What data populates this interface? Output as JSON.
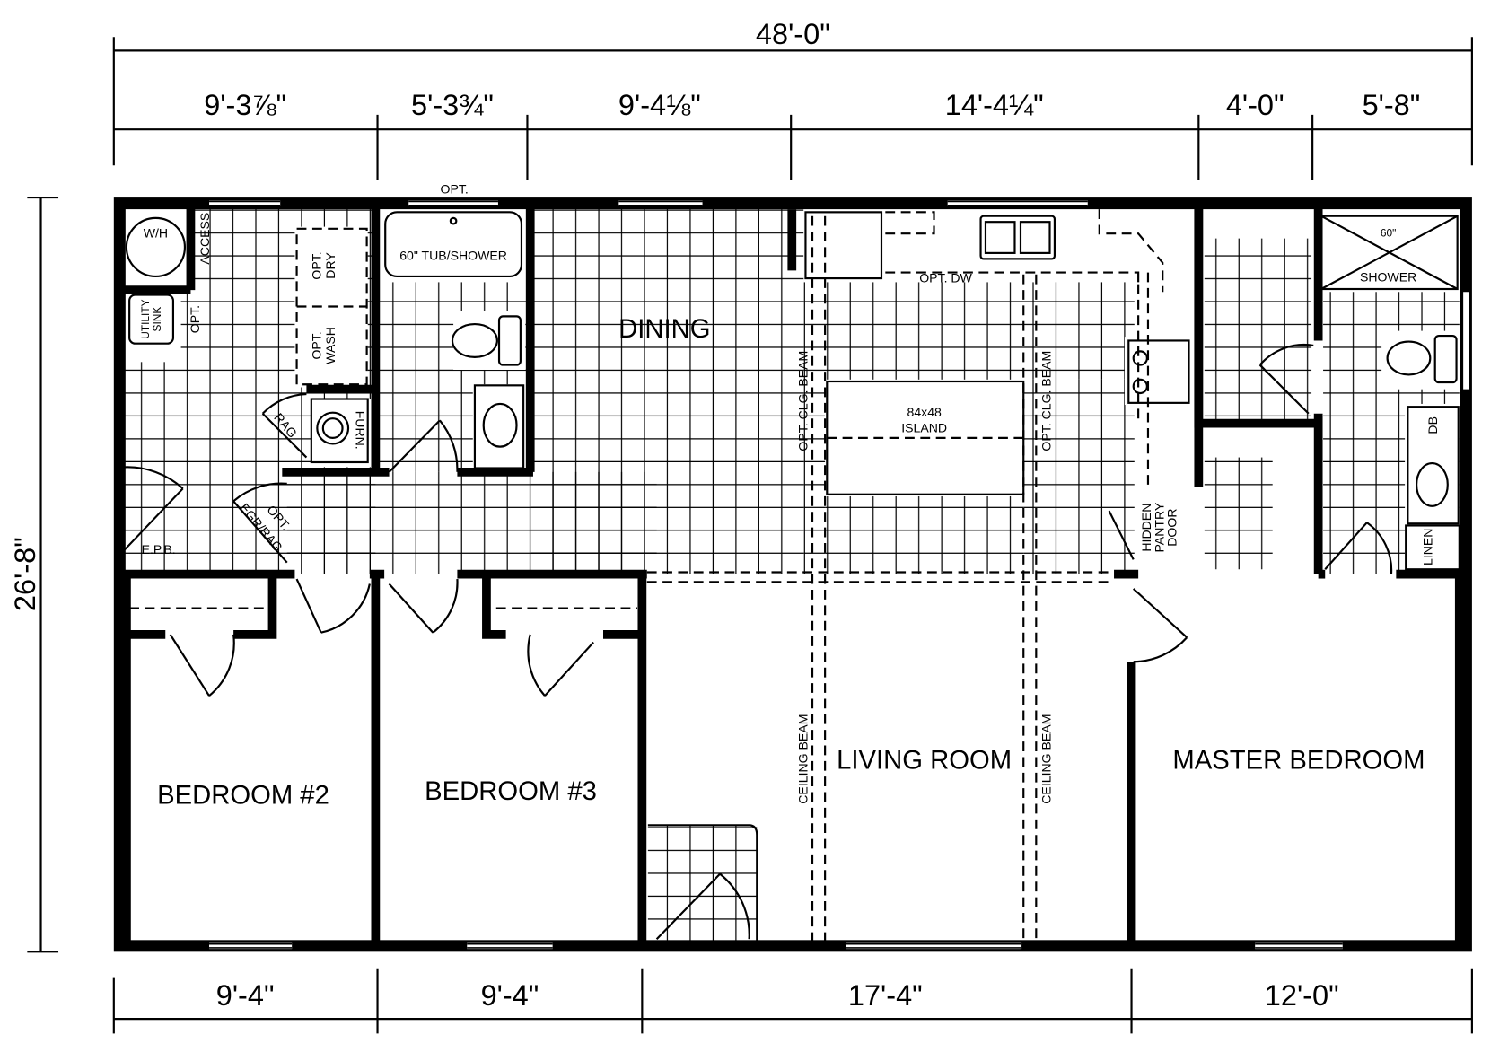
{
  "dimensions": {
    "overall_width": "48'-0\"",
    "overall_depth": "26'-8\"",
    "top_segments": [
      "9'-3⅞\"",
      "5'-3¾\"",
      "9'-4⅛\"",
      "14'-4¼\"",
      "4'-0\"",
      "5'-8\""
    ],
    "bottom_segments": [
      "9'-4\"",
      "9'-4\"",
      "17'-4\"",
      "12'-0\""
    ]
  },
  "rooms": {
    "dining": "DINING",
    "living_room": "LIVING ROOM",
    "master_bedroom": "MASTER BEDROOM",
    "bedroom_2": "BEDROOM #2",
    "bedroom_3": "BEDROOM #3"
  },
  "fixtures": {
    "water_heater": "W/H",
    "access": "ACCESS",
    "utility_sink_1": "UTILITY",
    "utility_sink_2": "SINK",
    "opt_utility": "OPT.",
    "opt_dry_1": "OPT.",
    "opt_dry_2": "DRY",
    "opt_wash_1": "OPT.",
    "opt_wash_2": "WASH",
    "tub_shower": "60\" TUB/SHOWER",
    "opt_window": "OPT.",
    "furnace": "FURN.",
    "rag": "RAG",
    "opt_egr_1": "OPT.",
    "opt_egr_2": "EGR/RAG",
    "epb": "E.P.B.",
    "opt_dw": "OPT. DW",
    "island_1": "84x48",
    "island_2": "ISLAND",
    "opt_clg_beam_left": "OPT. CLG. BEAM",
    "opt_clg_beam_right": "OPT. CLG. BEAM",
    "ceiling_beam_left": "CEILING BEAM",
    "ceiling_beam_right": "CEILING BEAM",
    "hidden_pantry_1": "HIDDEN",
    "hidden_pantry_2": "PANTRY",
    "hidden_pantry_3": "DOOR",
    "shower_size": "60\"",
    "shower": "SHOWER",
    "db": "DB",
    "linen": "LINEN"
  }
}
